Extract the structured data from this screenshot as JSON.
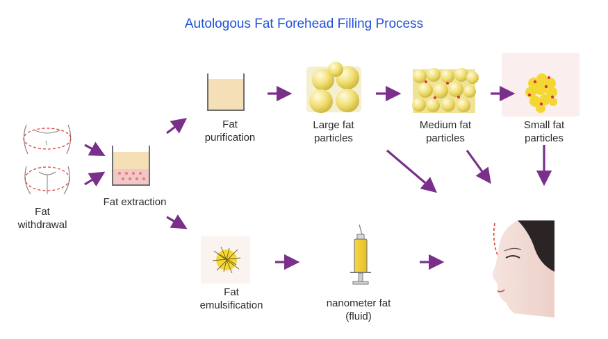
{
  "title": "Autologous Fat Forehead Filling Process",
  "steps": {
    "withdrawal": {
      "line1": "Fat",
      "line2": "withdrawal"
    },
    "extraction": {
      "line1": "Fat extraction"
    },
    "purification": {
      "line1": "Fat",
      "line2": "purification"
    },
    "large": {
      "line1": "Large fat",
      "line2": "particles"
    },
    "medium": {
      "line1": "Medium fat",
      "line2": "particles"
    },
    "small": {
      "line1": "Small fat",
      "line2": "particles"
    },
    "emulsification": {
      "line1": "Fat",
      "line2": "emulsification"
    },
    "nano": {
      "line1": "nanometer fat",
      "line2": "(fluid)"
    }
  },
  "colors": {
    "title": "#1f4fd8",
    "arrow": "#7a2f8a",
    "fat_yellow": "#f3e06a",
    "fat_highlight": "#fff7c2",
    "dashed": "#e0403a",
    "liquid_beige": "#f5dfb6",
    "liquid_pink": "#f3c7c4",
    "sketch": "#8a8a8a"
  }
}
